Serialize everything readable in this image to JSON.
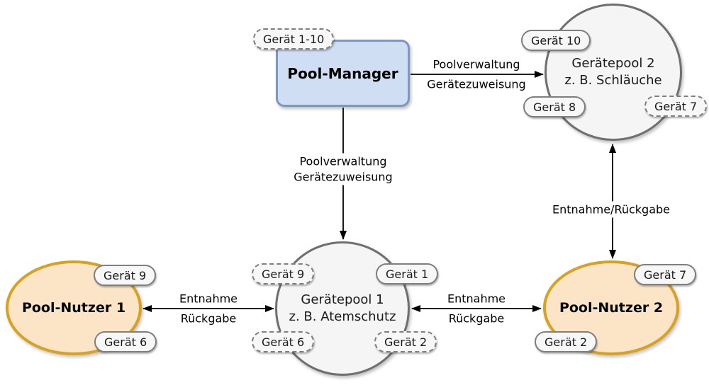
{
  "diagram": {
    "manager": {
      "label": "Pool-Manager",
      "badge": "Gerät 1-10"
    },
    "pool2": {
      "line1": "Gerätepool 2",
      "line2": "z. B. Schläuche",
      "badge_top": "Gerät 10",
      "badge_left": "Gerät 8",
      "badge_right": "Gerät 7"
    },
    "pool1": {
      "line1": "Gerätepool 1",
      "line2": "z. B. Atemschutz",
      "badge_tl": "Gerät 9",
      "badge_tr": "Gerät 1",
      "badge_bl": "Gerät 6",
      "badge_br": "Gerät 2"
    },
    "user1": {
      "label": "Pool-Nutzer 1",
      "badge_top": "Gerät 9",
      "badge_bottom": "Gerät 6"
    },
    "user2": {
      "label": "Pool-Nutzer 2",
      "badge_top": "Gerät 7",
      "badge_bottom": "Gerät 2"
    },
    "edges": {
      "mgr_pool2": {
        "line1": "Poolverwaltung",
        "line2": "Gerätezuweisung"
      },
      "mgr_pool1": {
        "line1": "Poolverwaltung",
        "line2": "Gerätezuweisung"
      },
      "user1_pool1": {
        "line1": "Entnahme",
        "line2": "Rückgabe"
      },
      "pool1_user2": {
        "line1": "Entnahme",
        "line2": "Rückgabe"
      },
      "pool2_user2": {
        "label": "Entnahme/Rückgabe"
      }
    },
    "colors": {
      "manager_fill": "#cfdef2",
      "manager_border": "#7d97c3",
      "pool_fill": "#f5f5f5",
      "pool_border": "#6f6f6f",
      "user_fill": "#fce5c7",
      "user_border": "#d7a121",
      "badge_fill": "#f7f7f7",
      "badge_border": "#7f7f7f",
      "arrow": "#000000"
    }
  }
}
